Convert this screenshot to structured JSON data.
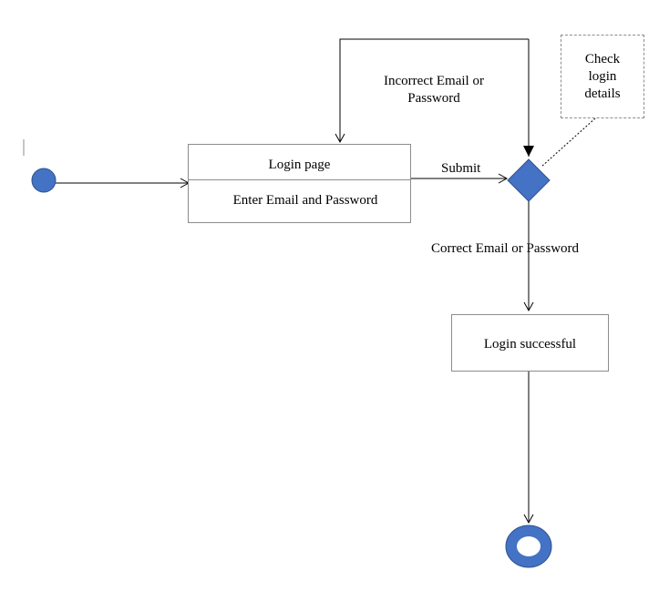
{
  "nodes": {
    "login_page_title": "Login page",
    "login_page_action": "Enter Email and Password",
    "login_successful": "Login successful",
    "check_note": "Check login details"
  },
  "edges": {
    "submit": "Submit",
    "incorrect": "Incorrect Email or Password",
    "correct": "Correct Email or Password"
  },
  "colors": {
    "node_fill": "#4472C4",
    "node_stroke": "#2F528F",
    "box_border": "#8c8c8c",
    "line": "#000000"
  }
}
